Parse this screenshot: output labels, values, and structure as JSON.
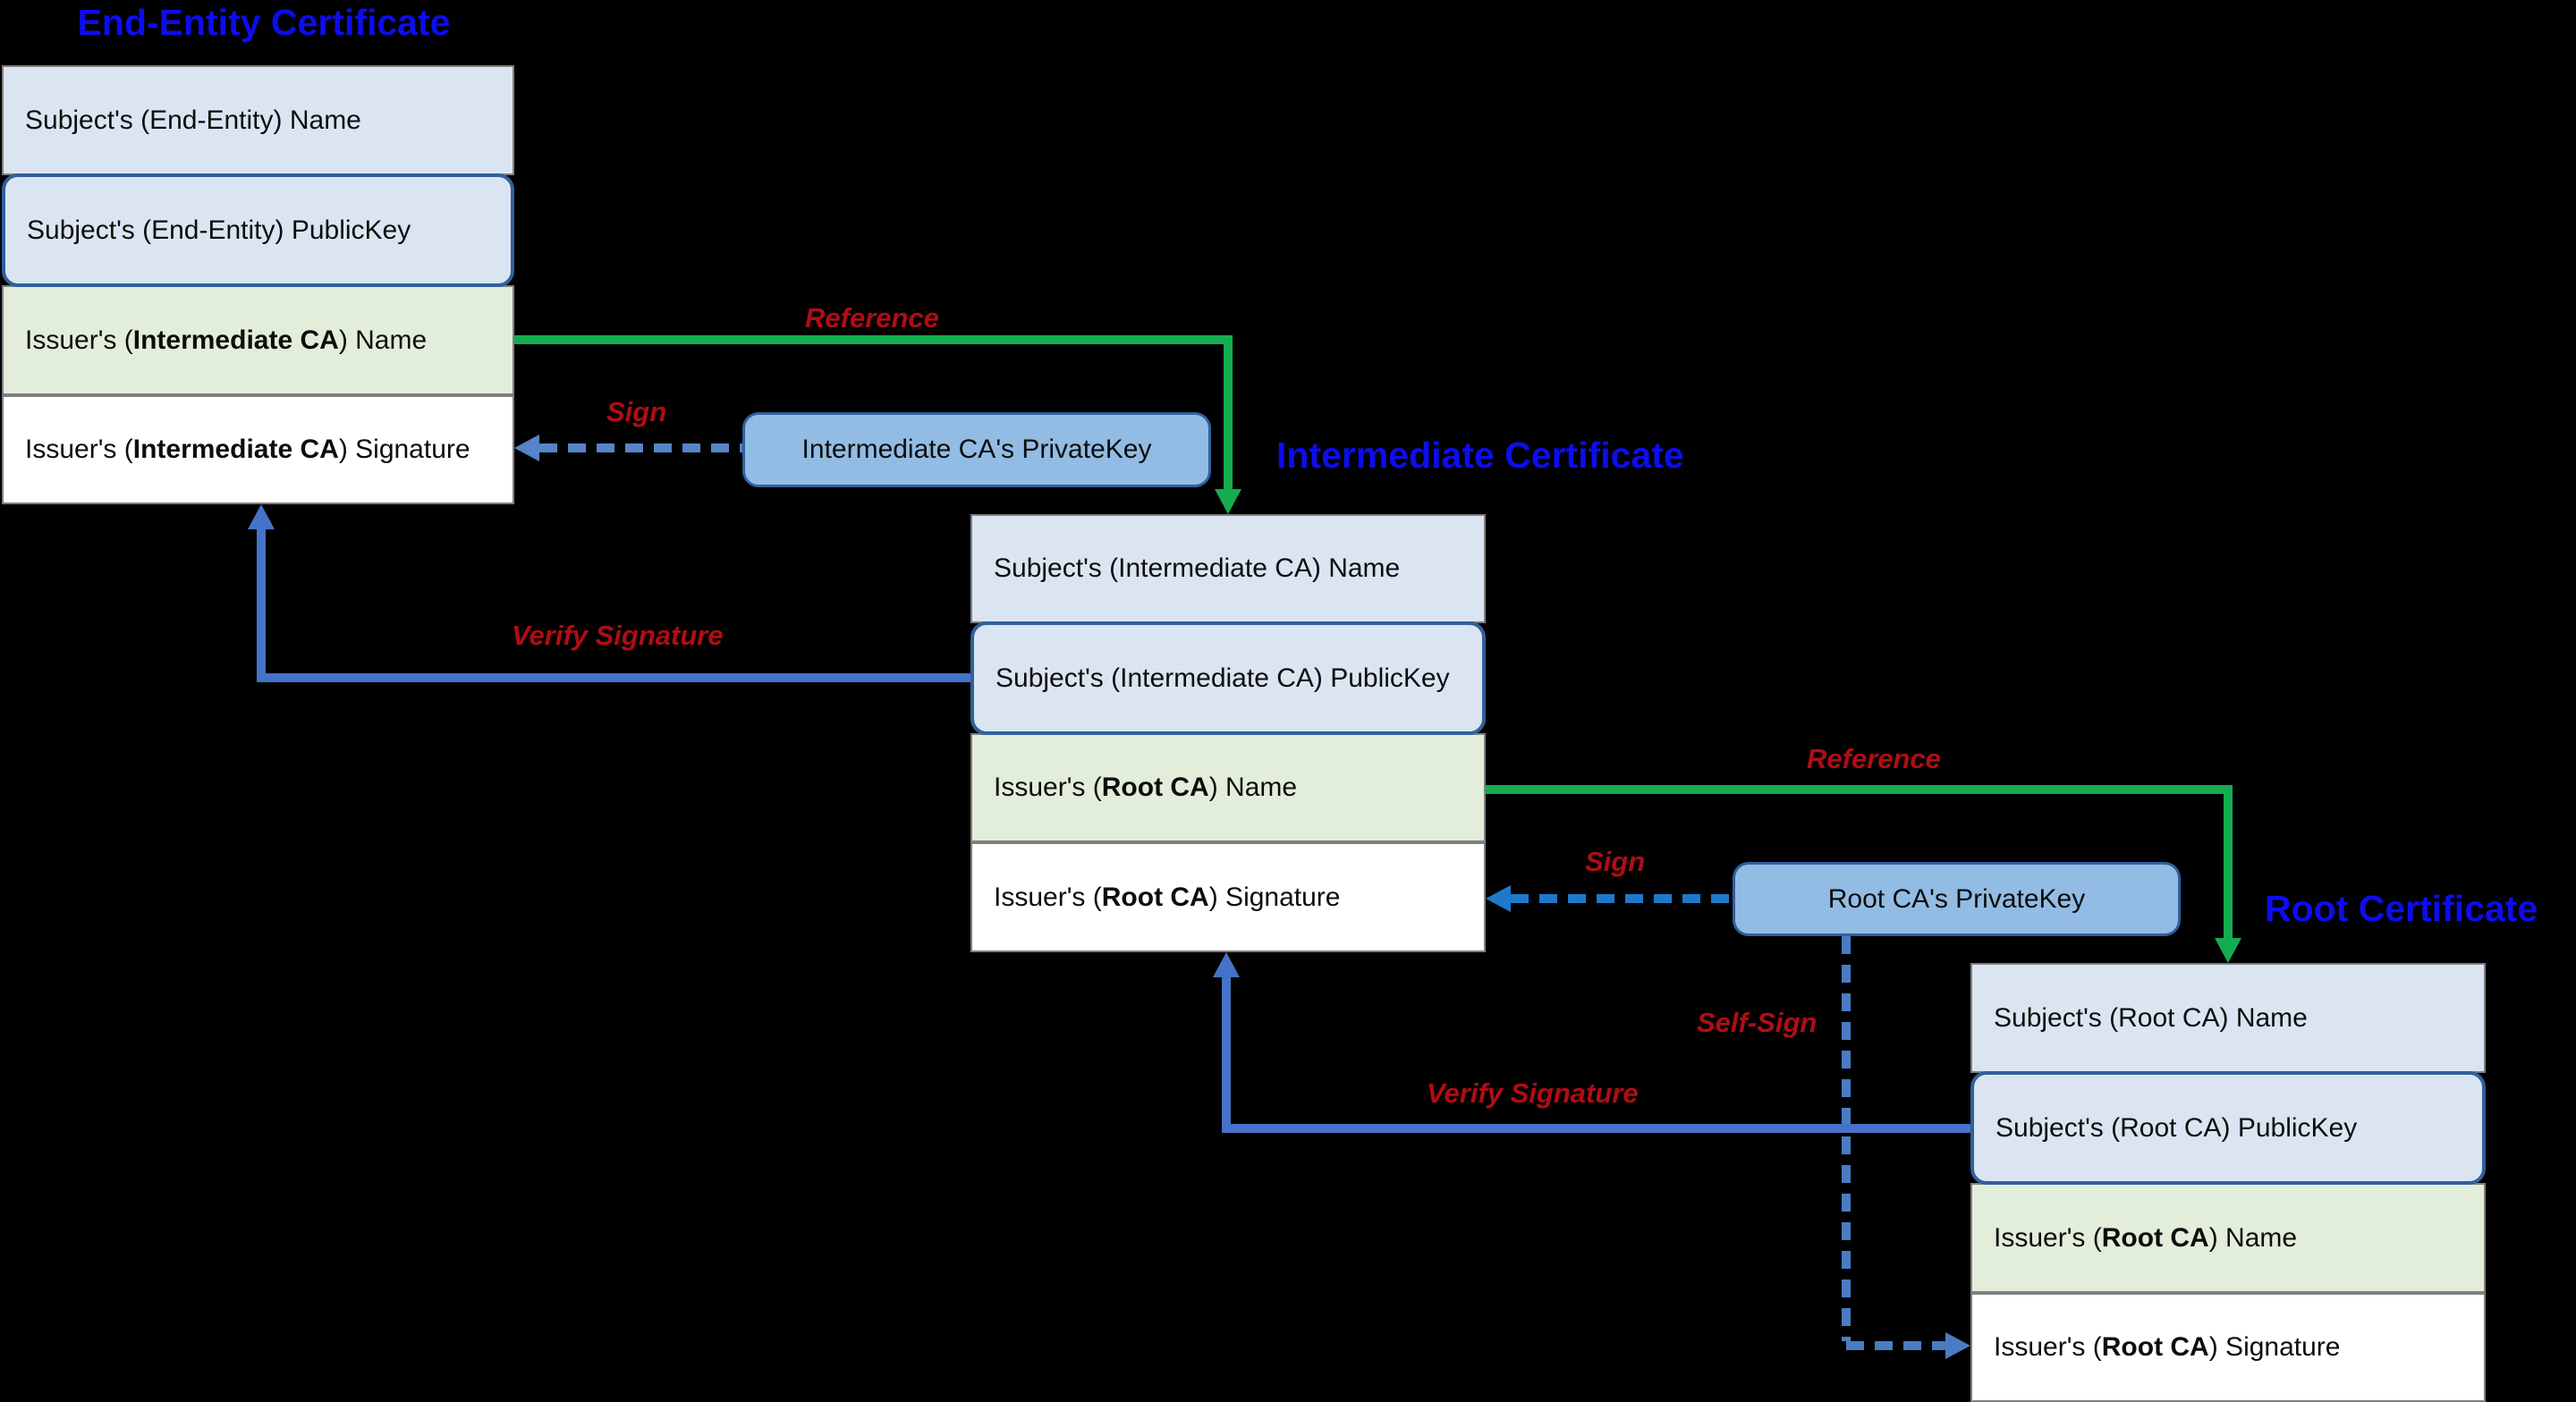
{
  "titles": [
    {
      "text": "End-Entity Certificate"
    },
    {
      "text": "Intermediate Certificate"
    },
    {
      "text": "Root Certificate"
    }
  ],
  "certs": [
    {
      "rows": [
        {
          "pre": "Subject's (End-Entity) Name",
          "bold": "",
          "post": ""
        },
        {
          "pre": "Subject's (End-Entity) PublicKey",
          "bold": "",
          "post": ""
        },
        {
          "pre": "Issuer's (",
          "bold": "Intermediate CA",
          "post": ") Name"
        },
        {
          "pre": "Issuer's (",
          "bold": "Intermediate CA",
          "post": ") Signature"
        }
      ]
    },
    {
      "rows": [
        {
          "pre": "Subject's (Intermediate CA) Name",
          "bold": "",
          "post": ""
        },
        {
          "pre": "Subject's (Intermediate CA) PublicKey",
          "bold": "",
          "post": ""
        },
        {
          "pre": "Issuer's (",
          "bold": "Root CA",
          "post": ") Name"
        },
        {
          "pre": "Issuer's (",
          "bold": "Root CA",
          "post": ") Signature"
        }
      ]
    },
    {
      "rows": [
        {
          "pre": "Subject's (Root CA) Name",
          "bold": "",
          "post": ""
        },
        {
          "pre": "Subject's (Root CA) PublicKey",
          "bold": "",
          "post": ""
        },
        {
          "pre": "Issuer's (",
          "bold": "Root CA",
          "post": ") Name"
        },
        {
          "pre": "Issuer's (",
          "bold": "Root CA",
          "post": ") Signature"
        }
      ]
    }
  ],
  "private_keys": [
    {
      "label": "Intermediate CA's PrivateKey"
    },
    {
      "label": "Root CA's PrivateKey"
    }
  ],
  "arrow_labels": {
    "reference1": "Reference",
    "reference2": "Reference",
    "sign1": "Sign",
    "sign2": "Sign",
    "self_sign": "Self-Sign",
    "verify1": "Verify Signature",
    "verify2": "Verify Signature"
  },
  "colors": {
    "title_blue": "#0d0dee",
    "label_red": "#b00d14",
    "reference_green": "#15ac50",
    "verify_blue": "#4573c9",
    "sign_blue_muted": "#5585c6",
    "sign_blue_bright": "#1e79cb",
    "self_sign_blue": "#4a7cc4",
    "row_blue_fill": "#dbe5f2",
    "row_green_fill": "#e2eeda",
    "privatekey_fill": "#92bce4",
    "privatekey_border": "#31609c",
    "row_border_gray": "#7f7f7f"
  }
}
